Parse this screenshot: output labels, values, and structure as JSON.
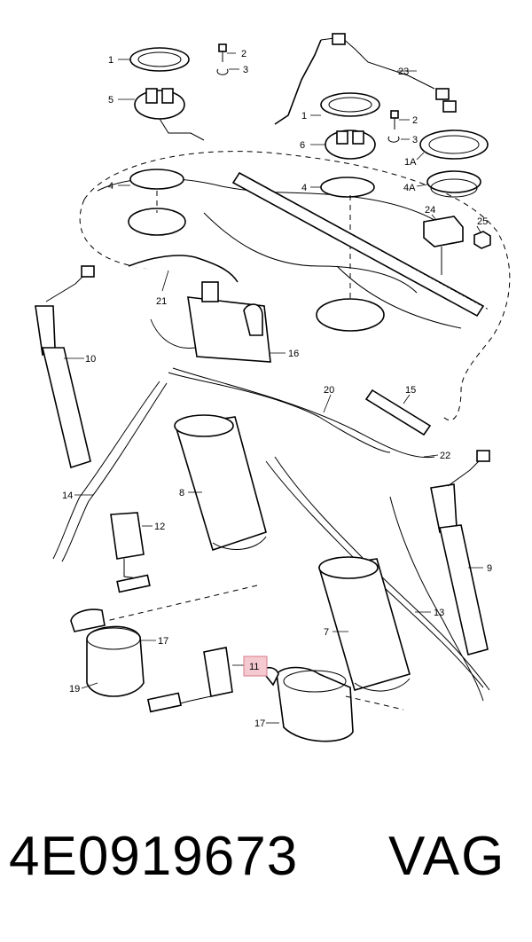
{
  "diagram": {
    "callouts": {
      "c1a": "1",
      "c2a": "2",
      "c3a": "3",
      "c5": "5",
      "c4a": "4",
      "c23": "23",
      "c1b": "1",
      "c2b": "2",
      "c3b": "3",
      "c6": "6",
      "c1A": "1A",
      "c4b": "4",
      "c4A": "4A",
      "c24": "24",
      "c25": "25",
      "c21": "21",
      "c10": "10",
      "c16": "16",
      "c20": "20",
      "c15": "15",
      "c22": "22",
      "c14": "14",
      "c8": "8",
      "c12": "12",
      "c9": "9",
      "c13": "13",
      "c7": "7",
      "c17a": "17",
      "c19": "19",
      "c11": "11",
      "c17b": "17"
    },
    "highlighted_callout": "11",
    "highlight_color": "#f4c9d0"
  },
  "footer": {
    "part_number": "4E0919673",
    "brand": "VAG"
  }
}
